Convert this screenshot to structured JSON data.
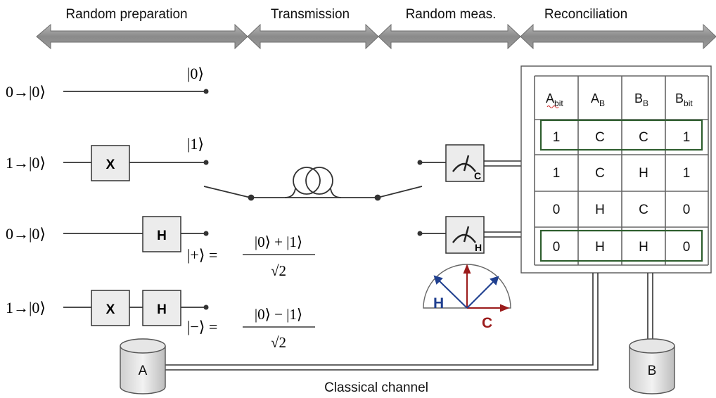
{
  "phases": [
    {
      "label": "Random preparation"
    },
    {
      "label": "Transmission"
    },
    {
      "label": "Random meas."
    },
    {
      "label": "Reconciliation"
    }
  ],
  "preparation": {
    "rows": [
      {
        "input": "0→|0⟩",
        "gates": [],
        "output_state": "|0⟩"
      },
      {
        "input": "1→|0⟩",
        "gates": [
          "X"
        ],
        "output_state": "|1⟩"
      },
      {
        "input": "0→|0⟩",
        "gates": [
          "H"
        ],
        "output_state": "|+⟩ = (|0⟩ + |1⟩) / √2"
      },
      {
        "input": "1→|0⟩",
        "gates": [
          "X",
          "H"
        ],
        "output_state": "|−⟩ = (|0⟩ − |1⟩) / √2"
      }
    ],
    "plus_lhs": "|+⟩ =",
    "plus_num": "|0⟩ + |1⟩",
    "minus_lhs": "|−⟩ =",
    "minus_num": "|0⟩ − |1⟩",
    "denominator": "√2"
  },
  "measurement": {
    "detectors": [
      {
        "basis": "C"
      },
      {
        "basis": "H"
      }
    ],
    "basis_diagram": {
      "h_label": "H",
      "c_label": "C",
      "colors": {
        "H": "#1f3f8f",
        "C": "#9b1b1b"
      }
    }
  },
  "table": {
    "headers": [
      {
        "main": "A",
        "sub": "bit"
      },
      {
        "main": "A",
        "sub": "B"
      },
      {
        "main": "B",
        "sub": "B"
      },
      {
        "main": "B",
        "sub": "bit"
      }
    ],
    "rows": [
      {
        "cells": [
          "1",
          "C",
          "C",
          "1"
        ],
        "highlighted": true
      },
      {
        "cells": [
          "1",
          "C",
          "H",
          "1"
        ],
        "highlighted": false
      },
      {
        "cells": [
          "0",
          "H",
          "C",
          "0"
        ],
        "highlighted": false
      },
      {
        "cells": [
          "0",
          "H",
          "H",
          "0"
        ],
        "highlighted": true
      }
    ],
    "highlight_color": "#2e5e2e"
  },
  "parties": {
    "alice": "A",
    "bob": "B"
  },
  "channel_label": "Classical channel"
}
